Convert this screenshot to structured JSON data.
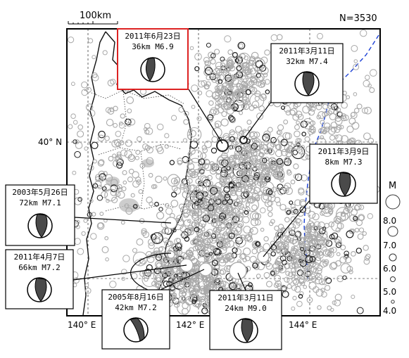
{
  "figure": {
    "count_label": "N=3530",
    "scale_bar_label": "100km",
    "lat_label": "40° N",
    "lon_labels": [
      "140° E",
      "142° E",
      "144° E"
    ],
    "magnitude_legend": {
      "title": "M",
      "levels": [
        "8.0",
        "7.0",
        "6.0",
        "5.0",
        "4.0"
      ]
    }
  },
  "mechanisms": [
    {
      "id": "m1",
      "date": "2011年6月23日",
      "depth": "36km",
      "mag": "M6.9",
      "highlight": true
    },
    {
      "id": "m2",
      "date": "2011年3月11日",
      "depth": "32km",
      "mag": "M7.4",
      "highlight": false
    },
    {
      "id": "m3",
      "date": "2011年3月9日",
      "depth": "8km",
      "mag": "M7.3",
      "highlight": false
    },
    {
      "id": "m4",
      "date": "2003年5月26日",
      "depth": "72km",
      "mag": "M7.1",
      "highlight": false
    },
    {
      "id": "m5",
      "date": "2011年4月7日",
      "depth": "66km",
      "mag": "M7.2",
      "highlight": false
    },
    {
      "id": "m6",
      "date": "2005年8月16日",
      "depth": "42km",
      "mag": "M7.2",
      "highlight": false
    },
    {
      "id": "m7",
      "date": "2011年3月11日",
      "depth": "24km",
      "mag": "M9.0",
      "highlight": false
    }
  ],
  "colors": {
    "event_gray": "#a9a9a9",
    "event_black": "#222222",
    "highlight_box": "#dd2222",
    "trench": "#1a3fd6",
    "shading": "#bdbdbd"
  }
}
